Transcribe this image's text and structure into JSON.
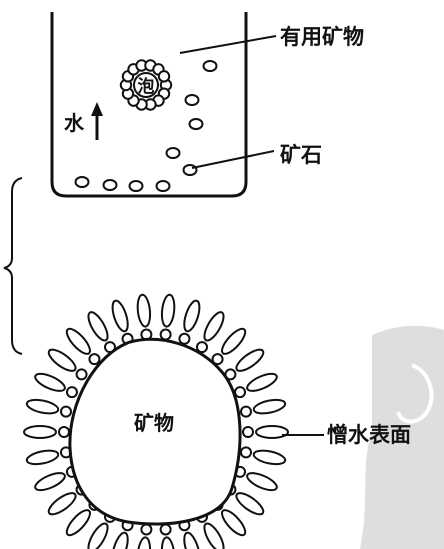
{
  "labels": {
    "useful_mineral": "有用矿物",
    "bubble": "泡",
    "water": "水",
    "ore": "矿石",
    "mineral": "矿物",
    "hydrophobic_surface": "憎水表面"
  },
  "colors": {
    "ink": "#111111",
    "watermark": "#d9d9d9"
  },
  "icons": [
    "water-flow-arrow-icon"
  ]
}
